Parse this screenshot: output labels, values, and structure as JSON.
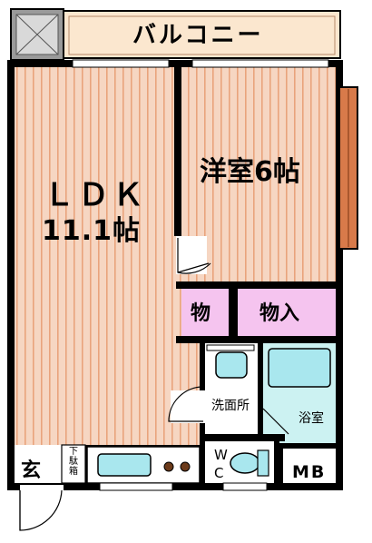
{
  "rooms": {
    "balcony": "バルコニー",
    "ldk": "ＬＤＫ",
    "ldk_size": "11.1帖",
    "western": "洋室6帖",
    "storage": "物",
    "closet": "物入",
    "washroom": "洗面所",
    "bathroom": "浴室",
    "wc_w": "W",
    "wc_c": "C",
    "meter_box": "MB",
    "entrance": "玄",
    "shoe_box": "下駄箱"
  },
  "colors": {
    "floor_wood": "#f6d6c2",
    "floor_stripe": "#e9a37c",
    "balcony": "#fbe7cf",
    "storage": "#f5c4ef",
    "bath": "#ccf2f2",
    "fixture": "#a9e7ee",
    "window": "#d87a4a",
    "wall": "#000000",
    "gray": "#bbbbbb"
  }
}
